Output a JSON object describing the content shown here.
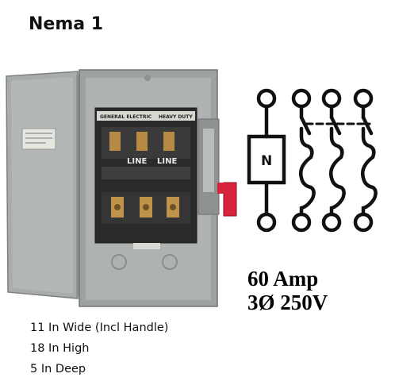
{
  "title": "Nema 1",
  "product": {
    "brand_label": "GENERAL ELECTRIC",
    "duty_label": "HEAVY DUTY",
    "line_label_1": "LINE",
    "line_label_2": "LINE"
  },
  "schematic": {
    "neutral_label": "N"
  },
  "rating": {
    "amps": "60 Amp",
    "voltage": "3Ø 250V"
  },
  "specs": [
    "11 In Wide (Incl Handle)",
    "18 In High",
    "5 In Deep"
  ],
  "colors": {
    "enclosure": "#a9adad",
    "handle": "#d6253a",
    "ink": "#111111"
  }
}
